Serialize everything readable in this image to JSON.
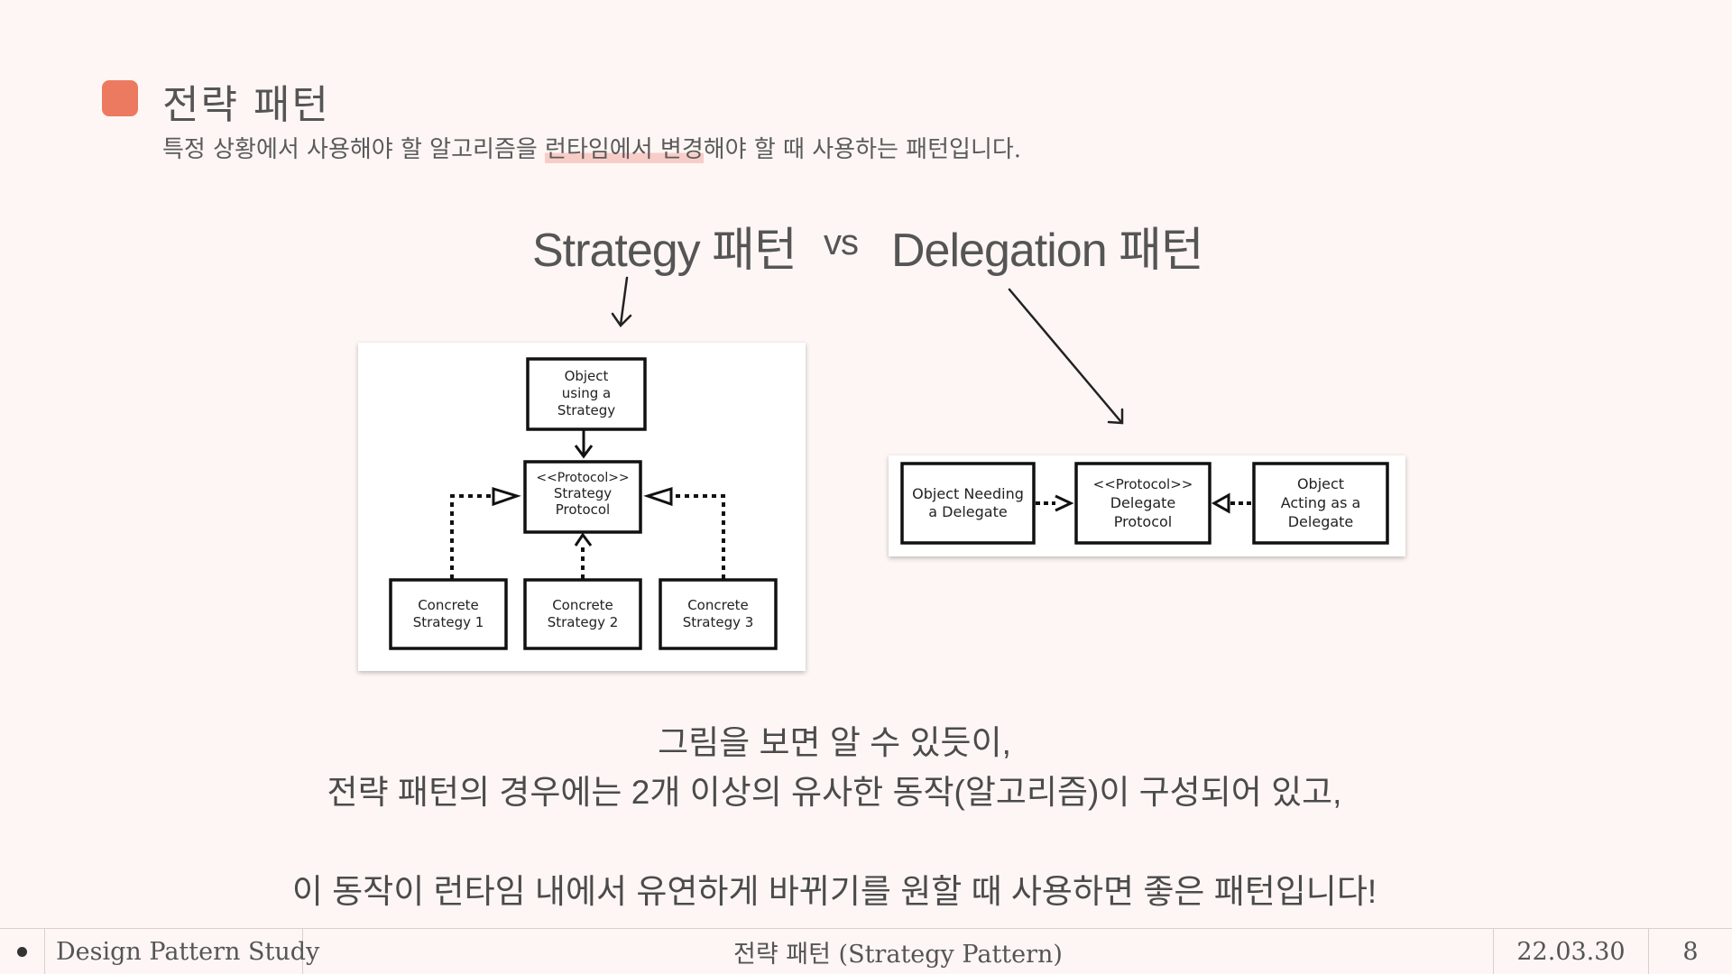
{
  "slide": {
    "title": "전략 패턴",
    "subtitle_before": "특정 상황에서 사용해야 할 알고리즘을 ",
    "subtitle_highlight": "런타임에서 변경",
    "subtitle_after": "해야 할 때 사용하는 패턴입니다.",
    "heading_left": "Strategy 패턴",
    "heading_vs": "vs",
    "heading_right": "Delegation 패턴",
    "body_line1": "그림을 보면 알 수 있듯이,",
    "body_line2": "전략 패턴의 경우에는 2개 이상의 유사한 동작(알고리즘)이 구성되어 있고,",
    "body_line3": "이 동작이 런타임 내에서 유연하게 바뀌기를 원할 때 사용하면 좋은 패턴입니다!"
  },
  "strategy_diagram": {
    "top_box": [
      "Object",
      "using a",
      "Strategy"
    ],
    "protocol_box": [
      "<<Protocol>>",
      "Strategy",
      "Protocol"
    ],
    "concrete_1": [
      "Concrete",
      "Strategy 1"
    ],
    "concrete_2": [
      "Concrete",
      "Strategy 2"
    ],
    "concrete_3": [
      "Concrete",
      "Strategy 3"
    ]
  },
  "delegation_diagram": {
    "needing_box": [
      "Object Needing",
      "a Delegate"
    ],
    "protocol_box": [
      "<<Protocol>>",
      "Delegate",
      "Protocol"
    ],
    "acting_box": [
      "Object",
      "Acting as a",
      "Delegate"
    ]
  },
  "footer": {
    "name": "Design Pattern Study",
    "title": "전략 패턴 (Strategy Pattern)",
    "date": "22.03.30",
    "page": "8"
  },
  "colors": {
    "background": "#fdf6f4",
    "marker": "#ec7a61",
    "highlight": "#f9cdc7"
  }
}
